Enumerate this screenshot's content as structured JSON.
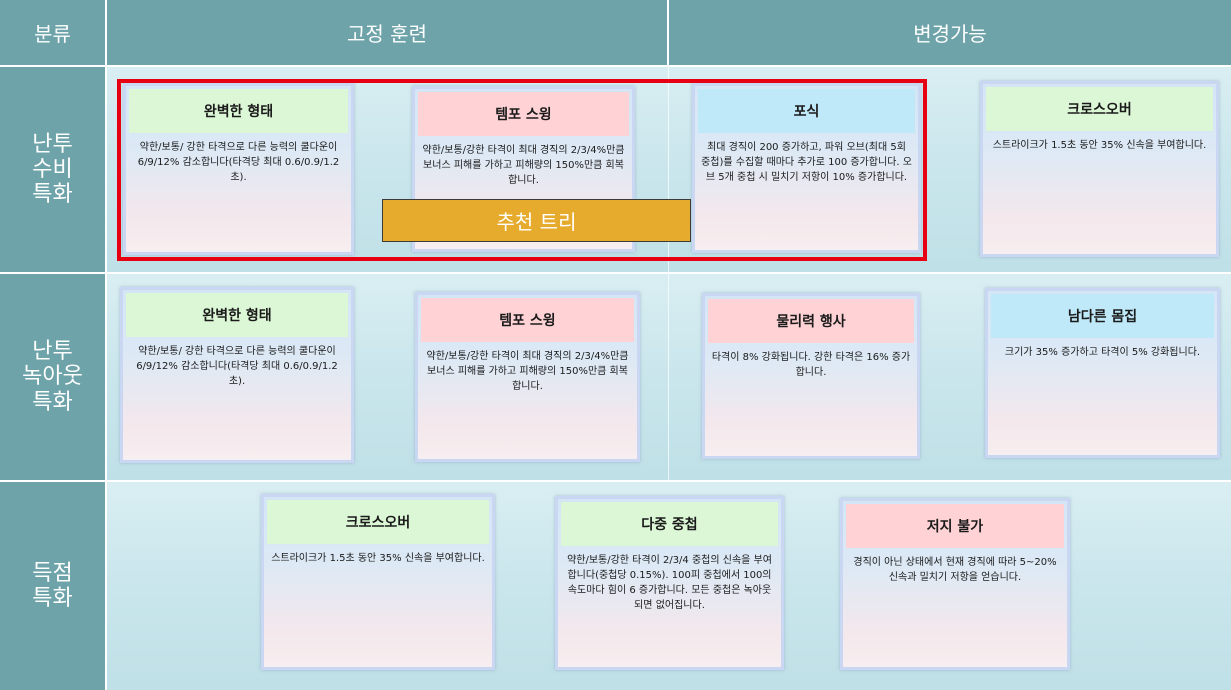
{
  "header": {
    "category": "분류",
    "fixed": "고정 훈련",
    "changeable": "변경가능"
  },
  "rows": [
    {
      "label": [
        "난투",
        "수비",
        "특화"
      ]
    },
    {
      "label": [
        "난투",
        "녹아웃",
        "특화"
      ]
    },
    {
      "label": [
        "득점",
        "특화"
      ]
    }
  ],
  "recommend_label": "추천 트리",
  "cards": {
    "r1c1": {
      "title": "완벽한 형태",
      "desc": "약한/보통/ 강한 타격으로 다른 능력의 쿨다운이 6/9/12% 감소합니다(타격당 최대 0.6/0.9/1.2초)."
    },
    "r1c2": {
      "title": "템포 스윙",
      "desc": "약한/보통/강한 타격이 최대 경직의 2/3/4%만큼 보너스 피해를 가하고 피해량의 150%만큼 회복합니다."
    },
    "r1c3": {
      "title": "포식",
      "desc": "최대 경직이 200 증가하고, 파워 오브(최대 5회 중첩)를 수집할 때마다 추가로 100 증가합니다. 오브 5개 중첩 시 밀치기 저항이 10% 증가합니다."
    },
    "r1c4": {
      "title": "크로스오버",
      "desc": "스트라이크가 1.5초 동안 35% 신속을 부여합니다."
    },
    "r2c1": {
      "title": "완벽한 형태",
      "desc": "약한/보통/ 강한 타격으로 다른 능력의 쿨다운이 6/9/12% 감소합니다(타격당 최대 0.6/0.9/1.2초)."
    },
    "r2c2": {
      "title": "템포 스윙",
      "desc": "약한/보통/강한 타격이 최대 경직의 2/3/4%만큼 보너스 피해를 가하고 피해량의 150%만큼 회복합니다."
    },
    "r2c3": {
      "title": "물리력 행사",
      "desc": "타격이 8% 강화됩니다. 강한 타격은 16% 증가합니다."
    },
    "r2c4": {
      "title": "남다른 몸집",
      "desc": "크기가 35% 증가하고 타격이 5% 강화됩니다."
    },
    "r3c1": {
      "title": "크로스오버",
      "desc": "스트라이크가 1.5초 동안 35% 신속을 부여합니다."
    },
    "r3c2": {
      "title": "다중 중첩",
      "desc": "약한/보통/강한 타격이 2/3/4 중첩의 신속을 부여합니다(중첩당 0.15%). 100피 중첩에서 100의 속도마다 힘이 6 증가합니다. 모든 중첩은 녹아웃되면 없어집니다."
    },
    "r3c3": {
      "title": "저지 불가",
      "desc": "경직이 아닌 상태에서 현재 경직에 따라 5~20% 신속과 밀치기 저항을 얻습니다."
    }
  }
}
